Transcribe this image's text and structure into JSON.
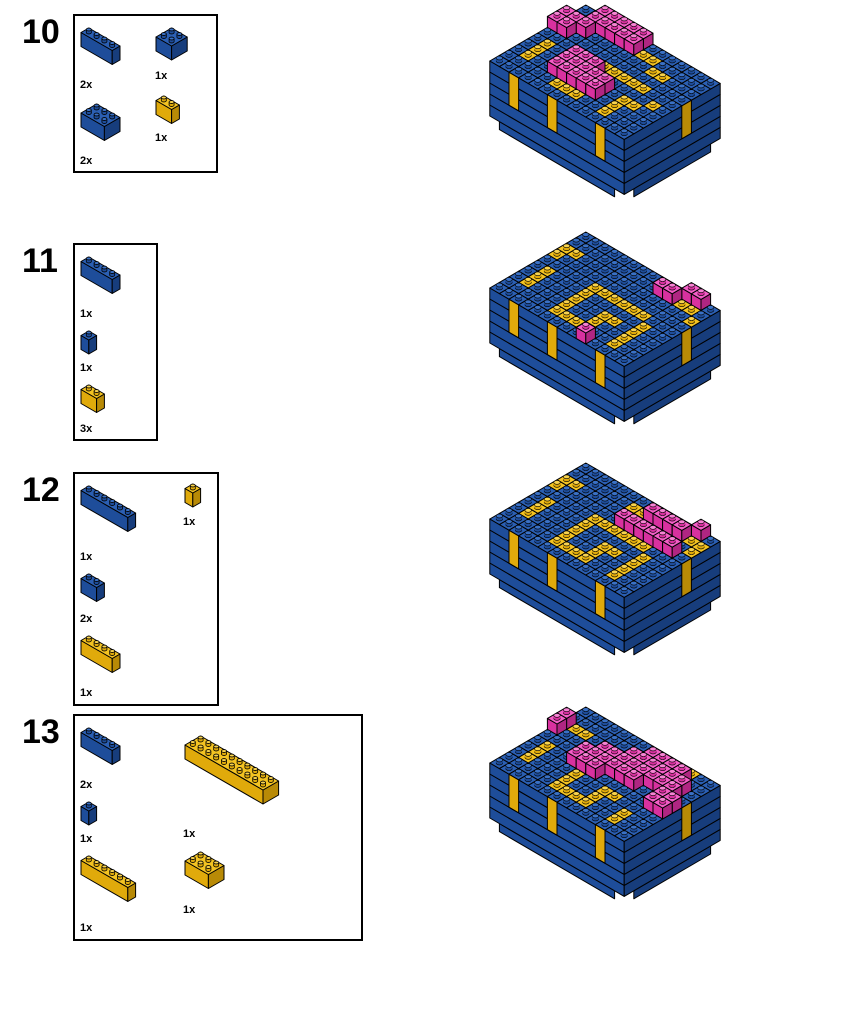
{
  "colors": {
    "blue": "#1e4d9a",
    "yellow": "#e6b10f",
    "pink": "#ec3fb4",
    "outline": "#000000"
  },
  "steps": [
    {
      "number": "10",
      "parts": [
        {
          "name": "blue-brick-1x4",
          "color": "blue",
          "size": "1x4",
          "qty": "2x"
        },
        {
          "name": "blue-brick-2x2",
          "color": "blue",
          "size": "2x2",
          "qty": "1x"
        },
        {
          "name": "blue-brick-2x3",
          "color": "blue",
          "size": "2x3",
          "qty": "2x"
        },
        {
          "name": "yellow-brick-1x2",
          "color": "yellow",
          "size": "1x2",
          "qty": "1x"
        }
      ]
    },
    {
      "number": "11",
      "parts": [
        {
          "name": "blue-brick-1x4",
          "color": "blue",
          "size": "1x4",
          "qty": "1x"
        },
        {
          "name": "blue-brick-1x1",
          "color": "blue",
          "size": "1x1",
          "qty": "1x"
        },
        {
          "name": "yellow-brick-1x2",
          "color": "yellow",
          "size": "1x2",
          "qty": "3x"
        }
      ]
    },
    {
      "number": "12",
      "parts": [
        {
          "name": "blue-brick-1x6",
          "color": "blue",
          "size": "1x6",
          "qty": "1x"
        },
        {
          "name": "yellow-brick-1x1",
          "color": "yellow",
          "size": "1x1",
          "qty": "1x"
        },
        {
          "name": "blue-brick-1x2",
          "color": "blue",
          "size": "1x2",
          "qty": "2x"
        },
        {
          "name": "yellow-brick-1x4",
          "color": "yellow",
          "size": "1x4",
          "qty": "1x"
        }
      ]
    },
    {
      "number": "13",
      "parts": [
        {
          "name": "blue-brick-1x4",
          "color": "blue",
          "size": "1x4",
          "qty": "2x"
        },
        {
          "name": "yellow-brick-2x10",
          "color": "yellow",
          "size": "2x10",
          "qty": "1x"
        },
        {
          "name": "blue-brick-1x1",
          "color": "blue",
          "size": "1x1",
          "qty": "1x"
        },
        {
          "name": "yellow-brick-1x6",
          "color": "yellow",
          "size": "1x6",
          "qty": "1x"
        },
        {
          "name": "yellow-brick-2x3",
          "color": "yellow",
          "size": "2x3",
          "qty": "1x"
        }
      ]
    }
  ]
}
